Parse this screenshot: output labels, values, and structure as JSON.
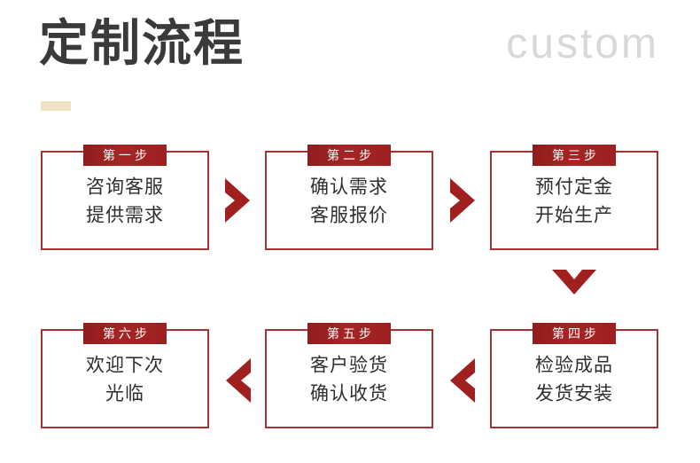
{
  "header": {
    "title": "定制流程",
    "subtitle": "custom",
    "title_color": "#3a3a3a",
    "subtitle_color": "#d8d8d8",
    "underline_color": "#f0e2c4"
  },
  "theme": {
    "box_border_color": "#a83232",
    "badge_color": "#9d2020",
    "badge_text_color": "#ffffff",
    "arrow_color": "#a01f1f",
    "body_text_color": "#2f2f2f",
    "background": "#ffffff"
  },
  "steps": [
    {
      "badge": "第一步",
      "line1": "咨询客服",
      "line2": "提供需求"
    },
    {
      "badge": "第二步",
      "line1": "确认需求",
      "line2": "客服报价"
    },
    {
      "badge": "第三步",
      "line1": "预付定金",
      "line2": "开始生产"
    },
    {
      "badge": "第四步",
      "line1": "检验成品",
      "line2": "发货安装"
    },
    {
      "badge": "第五步",
      "line1": "客户验货",
      "line2": "确认收货"
    },
    {
      "badge": "第六步",
      "line1": "欢迎下次",
      "line2": "光临"
    }
  ],
  "arrows": [
    {
      "name": "chevron-right-icon",
      "from": "第一步",
      "to": "第二步"
    },
    {
      "name": "chevron-right-icon",
      "from": "第二步",
      "to": "第三步"
    },
    {
      "name": "chevron-down-icon",
      "from": "第三步",
      "to": "第四步"
    },
    {
      "name": "chevron-left-icon",
      "from": "第四步",
      "to": "第五步"
    },
    {
      "name": "chevron-left-icon",
      "from": "第五步",
      "to": "第六步"
    }
  ]
}
